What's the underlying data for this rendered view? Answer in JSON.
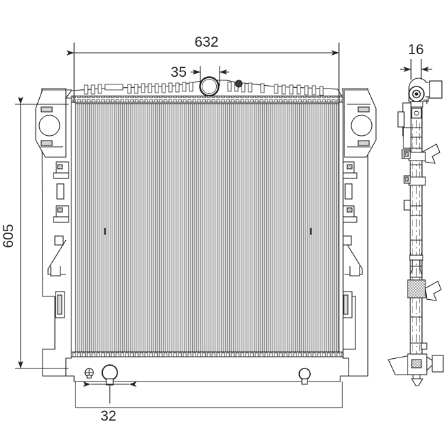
{
  "drawing": {
    "type": "technical-engineering-drawing",
    "subject": "automotive radiator / heat exchanger",
    "background_color": "#ffffff",
    "line_color": "#231f20",
    "fin_color": "#8d8d8d",
    "views": [
      {
        "name": "front-view",
        "label": ""
      },
      {
        "name": "side-view",
        "label": ""
      }
    ]
  },
  "dimensions": {
    "width": {
      "value": "632",
      "name": "overall-width-dimension"
    },
    "height": {
      "value": "605",
      "name": "overall-height-dimension"
    },
    "neck_offset": {
      "value": "35",
      "name": "filler-neck-offset-dimension"
    },
    "outlet_offset": {
      "value": "32",
      "name": "bottom-outlet-offset-dimension"
    },
    "depth": {
      "value": "16",
      "name": "core-depth-dimension"
    }
  },
  "labels": {
    "d632": "632",
    "d605": "605",
    "d35": "35",
    "d32": "32",
    "d16": "16"
  }
}
